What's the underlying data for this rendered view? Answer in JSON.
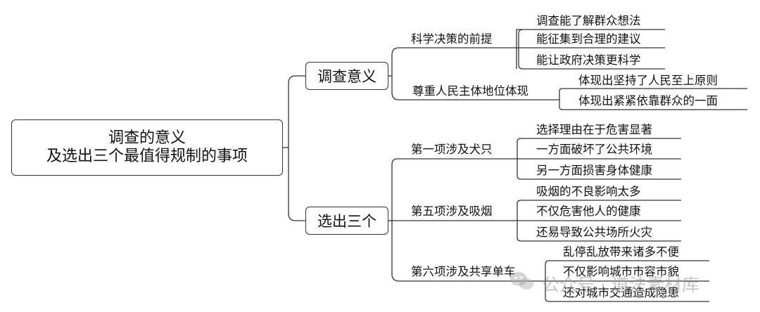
{
  "root": {
    "line1": "调查的意义",
    "line2": "及选出三个最值得规制的事项"
  },
  "branches": [
    {
      "label": "调查意义",
      "children": [
        {
          "label": "科学决策的前提",
          "leaves": [
            "调查能了解群众想法",
            "能征集到合理的建议",
            "能让政府决策更科学"
          ]
        },
        {
          "label": "尊重人民主体地位体现",
          "leaves": [
            "体现出坚持了人民至上原则",
            "体现出紧紧依靠群众的一面"
          ]
        }
      ]
    },
    {
      "label": "选出三个",
      "children": [
        {
          "label": "第一项涉及犬只",
          "leaves": [
            "选择理由在于危害显著",
            "一方面破坏了公共环境",
            "另一方面损害身体健康"
          ]
        },
        {
          "label": "第五项涉及吸烟",
          "leaves": [
            "吸烟的不良影响太多",
            "不仅危害他人的健康",
            "还易导致公共场所火灾"
          ]
        },
        {
          "label": "第六项涉及共享单车",
          "leaves": [
            "乱停乱放带来诸多不便",
            "不仅影响城市市容市貌",
            "还对城市交通造成隐患"
          ]
        }
      ]
    }
  ],
  "watermark": "公众号 · 道法素材库"
}
